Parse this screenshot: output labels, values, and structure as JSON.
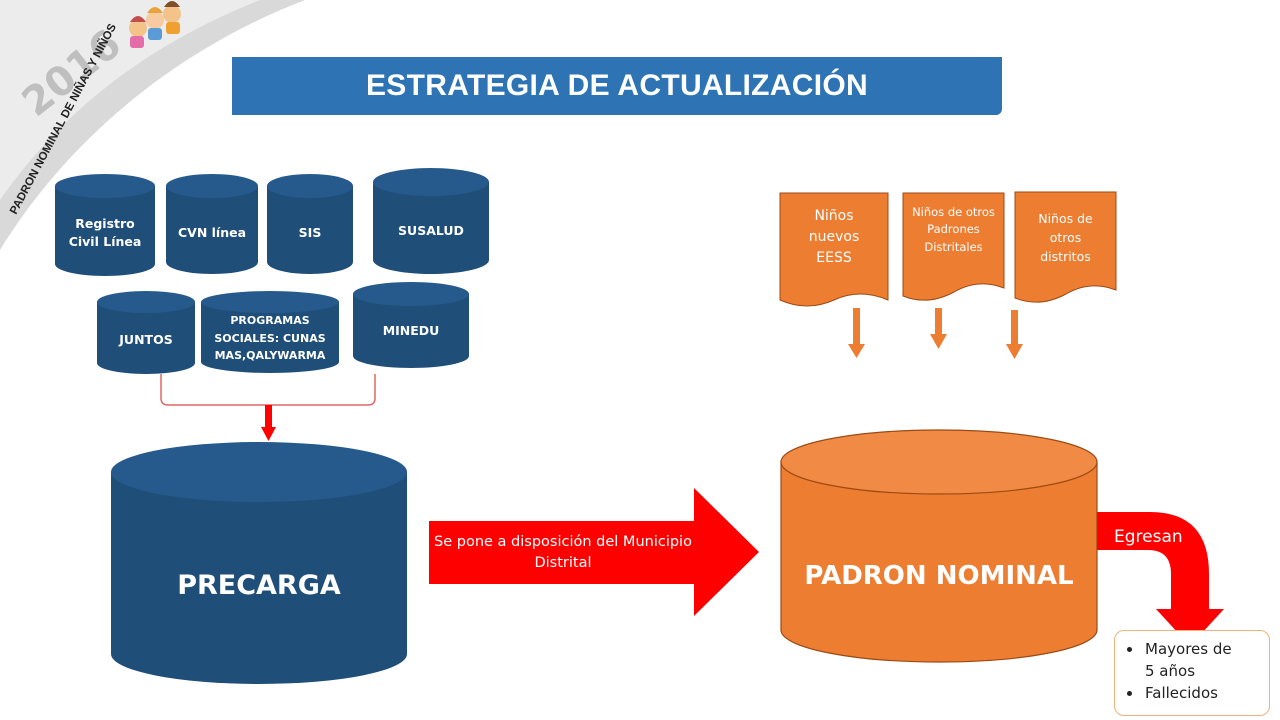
{
  "corner": {
    "year": "2016",
    "subtitle": "PADRON NOMINAL DE NIÑAS Y NIÑOS"
  },
  "title": "ESTRATEGIA DE ACTUALIZACIÓN",
  "sources": {
    "registro_civil": "Registro Civil Línea",
    "cvn": "CVN línea",
    "sis": "SIS",
    "susalud": "SUSALUD",
    "juntos": "JUNTOS",
    "programas": "PROGRAMAS SOCIALES: CUNAS MAS,QALYWARMA",
    "minedu": "MINEDU"
  },
  "precarga": "PRECARGA",
  "arrow_text": "Se pone a disposición del Municipio Distrital",
  "padron": "PADRON NOMINAL",
  "inputs": {
    "nuevos": "Niños nuevos EESS",
    "padrones": "Niños de otros Padrones Distritales",
    "distritos": "Niños de otros distritos"
  },
  "egresan": "Egresan",
  "egresan_items": [
    "Mayores de 5 años",
    "Fallecidos"
  ],
  "colors": {
    "blue_dark": "#1f4e79",
    "blue_title": "#2e74b5",
    "orange": "#ed7d31",
    "red": "#ff0000"
  }
}
